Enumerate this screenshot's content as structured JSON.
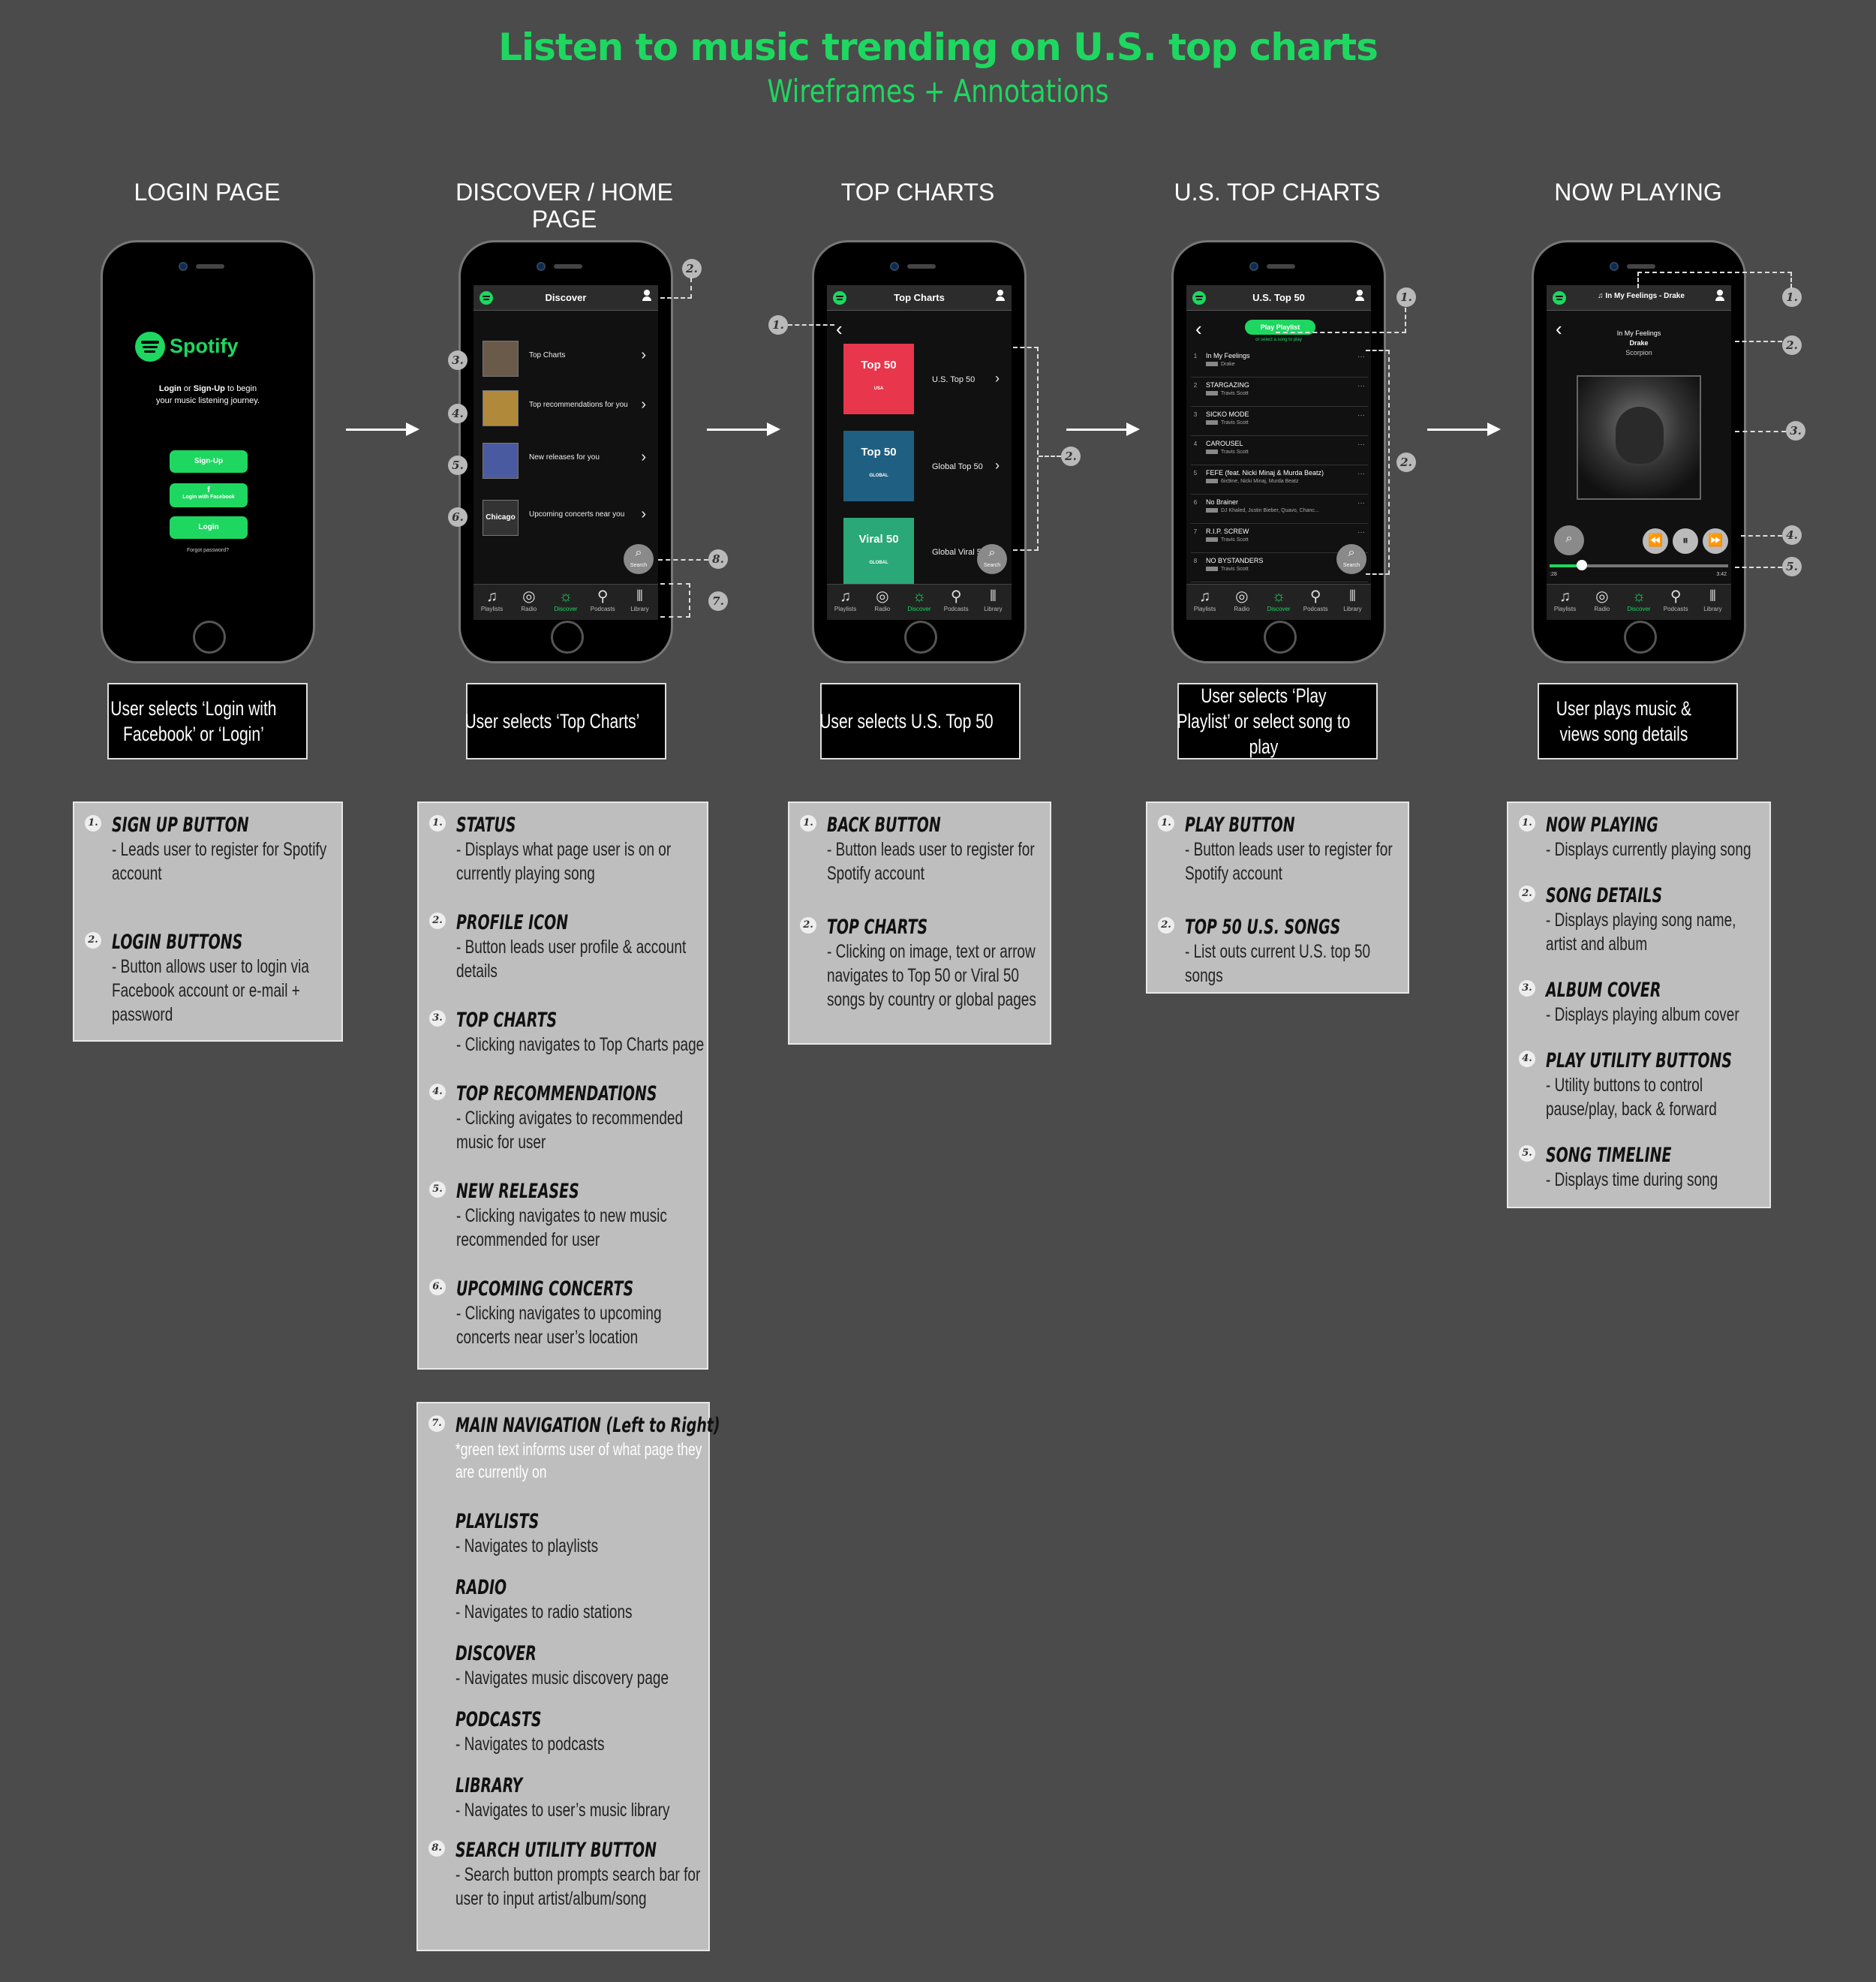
{
  "title": "Listen to music trending on U.S. top charts",
  "subtitle": "Wireframes + Annotations",
  "columns": [
    "LOGIN PAGE",
    "DISCOVER / HOME PAGE",
    "TOP CHARTS",
    "U.S. TOP CHARTS",
    "NOW PLAYING"
  ],
  "login": {
    "brand": "Spotify",
    "tag_b1": "Login",
    "tag_or": " or ",
    "tag_b2": "Sign-Up",
    "tag_rest": " to begin your music listening journey.",
    "signup": "Sign-Up",
    "facebook": "Login with Facebook",
    "login": "Login",
    "forgot": "Forgot password?"
  },
  "nav": [
    "Playlists",
    "Radio",
    "Discover",
    "Podcasts",
    "Library"
  ],
  "search_label": "Search",
  "discover": {
    "header": "Discover",
    "rows": [
      "Top Charts",
      "Top recommendations for you",
      "New releases for you",
      "Upcoming concerts near you"
    ],
    "chicago": "Chicago"
  },
  "topcharts": {
    "header": "Top Charts",
    "covers": [
      {
        "t": "Top 50",
        "s": "USA",
        "label": "U.S. Top 50",
        "color": "#e8364d"
      },
      {
        "t": "Top 50",
        "s": "GLOBAL",
        "label": "Global Top 50",
        "color": "#1f5f82"
      },
      {
        "t": "Viral 50",
        "s": "GLOBAL",
        "label": "Global Viral 50",
        "color": "#2aa878"
      }
    ]
  },
  "ustop": {
    "header": "U.S. Top 50",
    "play": "Play Playlist",
    "hint": "or select a song to play",
    "songs": [
      {
        "n": "1",
        "t": "In My Feelings",
        "a": "Drake"
      },
      {
        "n": "2",
        "t": "STARGAZING",
        "a": "Travis Scott"
      },
      {
        "n": "3",
        "t": "SICKO MODE",
        "a": "Travis Scott"
      },
      {
        "n": "4",
        "t": "CAROUSEL",
        "a": "Travis Scott"
      },
      {
        "n": "5",
        "t": "FEFE (feat. Nicki Minaj & Murda Beatz)",
        "a": "6ix9ine, Nicki Minaj, Murda Beatz"
      },
      {
        "n": "6",
        "t": "No Brainer",
        "a": "DJ Khaled, Justin Bieber, Quavo, Chanc..."
      },
      {
        "n": "7",
        "t": "R.I.P. SCREW",
        "a": "Travis Scott"
      },
      {
        "n": "8",
        "t": "NO BYSTANDERS",
        "a": "Travis Scott"
      }
    ]
  },
  "nowplaying": {
    "header": "In My Feelings - Drake",
    "song": "In My Feelings",
    "artist": "Drake",
    "album": "Scorpion",
    "t_start": ":28",
    "t_end": "3:42",
    "progress": 0.18
  },
  "captions": [
    "User selects ‘Login with Facebook’ or ‘Login’",
    "User selects ‘Top Charts’",
    "User selects U.S. Top 50",
    "User selects ‘Play Playlist’ or select song to play",
    "User plays music & views song details"
  ],
  "notes": {
    "login": [
      {
        "n": "1.",
        "h": "SIGN UP BUTTON",
        "d": "- Leads user to register for Spotify account"
      },
      {
        "n": "2.",
        "h": "LOGIN BUTTONS",
        "d": "- Button allows user to login via Facebook account or e-mail + password"
      }
    ],
    "discover": [
      {
        "n": "1.",
        "h": "STATUS",
        "d": "- Displays what page user is on or currently playing song"
      },
      {
        "n": "2.",
        "h": "PROFILE ICON",
        "d": "- Button leads user profile & account details"
      },
      {
        "n": "3.",
        "h": "TOP CHARTS",
        "d": "- Clicking navigates to Top Charts page"
      },
      {
        "n": "4.",
        "h": "TOP RECOMMENDATIONS",
        "d": "- Clicking avigates to recommended music for user"
      },
      {
        "n": "5.",
        "h": "NEW RELEASES",
        "d": "- Clicking navigates to new music recommended for user"
      },
      {
        "n": "6.",
        "h": "UPCOMING CONCERTS",
        "d": "- Clicking navigates to upcoming concerts near user’s location"
      }
    ],
    "nav_box": {
      "n7": "7.",
      "h7": "MAIN NAVIGATION (Left to Right)",
      "x7": "*green text informs user of what page they are currently on",
      "items": [
        {
          "h": "PLAYLISTS",
          "d": "- Navigates to playlists"
        },
        {
          "h": "RADIO",
          "d": "- Navigates to radio stations"
        },
        {
          "h": "DISCOVER",
          "d": "- Navigates music discovery page"
        },
        {
          "h": "PODCASTS",
          "d": "- Navigates to podcasts"
        },
        {
          "h": "LIBRARY",
          "d": "- Navigates to user’s music library"
        }
      ],
      "n8": "8.",
      "h8": "SEARCH UTILITY BUTTON",
      "d8": "- Search button prompts search bar for user to input artist/album/song"
    },
    "topcharts": [
      {
        "n": "1.",
        "h": "BACK BUTTON",
        "d": "- Button leads user to register for Spotify account"
      },
      {
        "n": "2.",
        "h": "TOP CHARTS",
        "d": "- Clicking on image, text or arrow navigates to Top 50 or Viral 50 songs by country or global pages"
      }
    ],
    "ustop": [
      {
        "n": "1.",
        "h": "PLAY BUTTON",
        "d": "- Button leads user to register for Spotify account"
      },
      {
        "n": "2.",
        "h": "TOP 50 U.S. SONGS",
        "d": "- List outs current U.S. top 50 songs"
      }
    ],
    "nowplaying": [
      {
        "n": "1.",
        "h": "NOW PLAYING",
        "d": "- Displays currently playing song"
      },
      {
        "n": "2.",
        "h": "SONG DETAILS",
        "d": "- Displays playing song name, artist and album"
      },
      {
        "n": "3.",
        "h": "ALBUM COVER",
        "d": "- Displays playing album cover"
      },
      {
        "n": "4.",
        "h": "PLAY UTILITY BUTTONS",
        "d": "- Utility buttons to control pause/play, back & forward"
      },
      {
        "n": "5.",
        "h": "SONG TIMELINE",
        "d": "- Displays time during song"
      }
    ]
  },
  "markers": [
    "1.",
    "2.",
    "3.",
    "4.",
    "5.",
    "6.",
    "7.",
    "8."
  ]
}
